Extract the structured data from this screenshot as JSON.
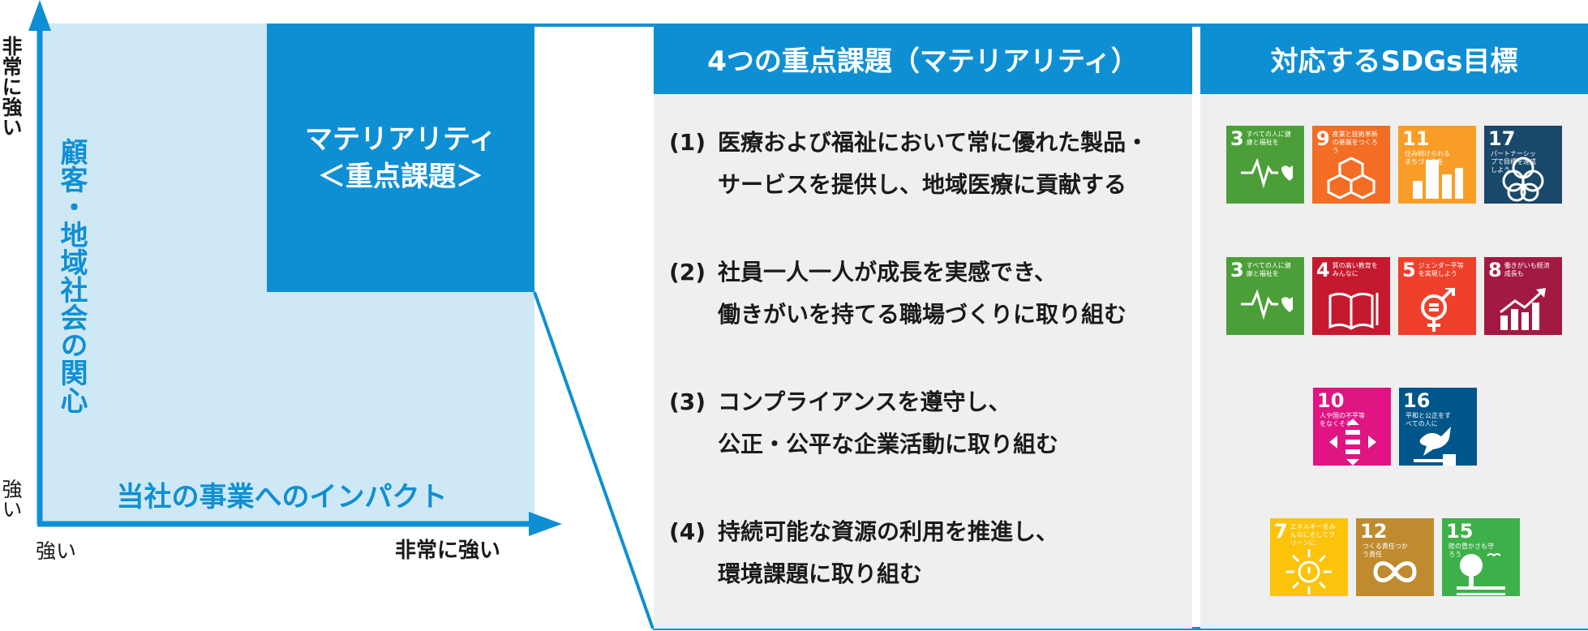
{
  "colors": {
    "accent": "#0f8fd3",
    "matrix_fill": "#cfe8f5",
    "panel_fill": "#efefef"
  },
  "matrix": {
    "y_axis_high": "非常に強い",
    "y_axis_low": "強い",
    "y_axis_title": "顧客・地域社会の関心",
    "x_axis_title": "当社の事業へのインパクト",
    "x_axis_low": "強い",
    "x_axis_high": "非常に強い",
    "materiality_line1": "マテリアリティ",
    "materiality_line2": "＜重点課題＞"
  },
  "table": {
    "head_materiality": "4つの重点課題（マテリアリティ）",
    "head_sdgs": "対応するSDGs目標",
    "issues": [
      {
        "num": "(1)",
        "line1": "医療および福祉において常に優れた製品・",
        "line2": "サービスを提供し、地域医療に貢献する"
      },
      {
        "num": "(2)",
        "line1": "社員一人一人が成長を実感でき、",
        "line2": "働きがいを持てる職場づくりに取り組む"
      },
      {
        "num": "(3)",
        "line1": "コンプライアンスを遵守し、",
        "line2": "公正・公平な企業活動に取り組む"
      },
      {
        "num": "(4)",
        "line1": "持続可能な資源の利用を推進し、",
        "line2": "環境課題に取り組む"
      }
    ]
  },
  "sdgs": {
    "row1": [
      {
        "num": "3",
        "text": "すべての人に健康と福祉を",
        "color": "#4c9f38",
        "icon": "heartbeat-icon"
      },
      {
        "num": "9",
        "text": "産業と技術革新の基盤をつくろう",
        "color": "#f36d25",
        "icon": "cubes-icon"
      },
      {
        "num": "11",
        "text": "住み続けられるまちづくりを",
        "color": "#f99d26",
        "icon": "city-icon"
      },
      {
        "num": "17",
        "text": "パートナーシップで目標を達成しよう",
        "color": "#19486a",
        "icon": "rings-icon"
      }
    ],
    "row2": [
      {
        "num": "3",
        "text": "すべての人に健康と福祉を",
        "color": "#4c9f38",
        "icon": "heartbeat-icon"
      },
      {
        "num": "4",
        "text": "質の高い教育をみんなに",
        "color": "#c5192d",
        "icon": "book-icon"
      },
      {
        "num": "5",
        "text": "ジェンダー平等を実現しよう",
        "color": "#ef402b",
        "icon": "gender-icon"
      },
      {
        "num": "8",
        "text": "働きがいも経済成長も",
        "color": "#a21942",
        "icon": "growth-chart-icon"
      }
    ],
    "row3": [
      {
        "num": "10",
        "text": "人や国の不平等をなくそう",
        "color": "#e01483",
        "icon": "equality-icon"
      },
      {
        "num": "16",
        "text": "平和と公正をすべての人に",
        "color": "#00558a",
        "icon": "dove-icon"
      }
    ],
    "row4": [
      {
        "num": "7",
        "text": "エネルギーをみんなにそしてクリーンに",
        "color": "#fcc30b",
        "icon": "sun-icon"
      },
      {
        "num": "12",
        "text": "つくる責任つかう責任",
        "color": "#bf8b2e",
        "icon": "infinity-icon"
      },
      {
        "num": "15",
        "text": "陸の豊かさも守ろう",
        "color": "#3eb049",
        "icon": "tree-icon"
      }
    ]
  }
}
